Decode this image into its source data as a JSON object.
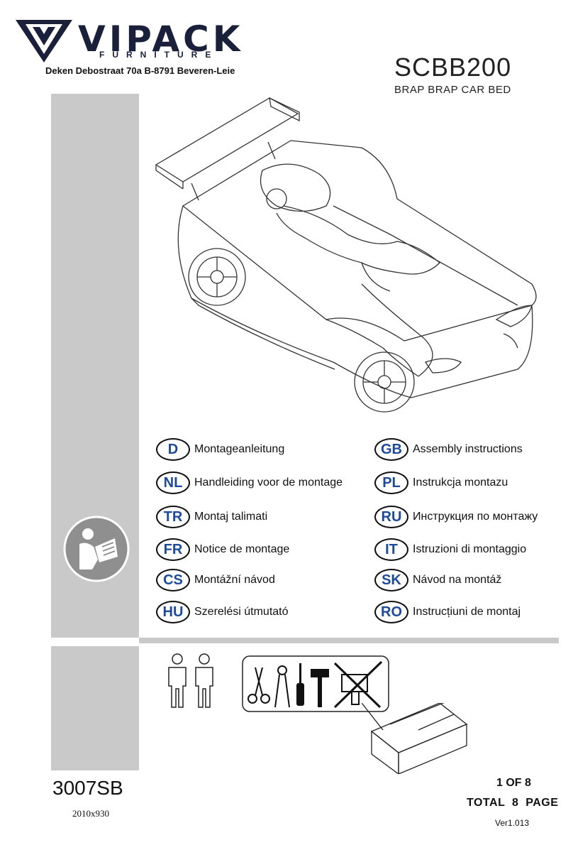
{
  "brand": {
    "name": "VIPACK",
    "tagline": "FURNITURE",
    "address": "Deken Debostraat 70a B-8791 Beveren-Leie"
  },
  "product": {
    "model": "SCBB200",
    "name": "BRAP BRAP CAR BED"
  },
  "languages": [
    {
      "code": "D",
      "text": "Montageanleitung"
    },
    {
      "code": "GB",
      "text": "Assembly instructions"
    },
    {
      "code": "NL",
      "text": "Handleiding voor de montage"
    },
    {
      "code": "PL",
      "text": "Instrukcja montazu"
    },
    {
      "code": "TR",
      "text": "Montaj talimati"
    },
    {
      "code": "RU",
      "text": "Инструкция по монтажу"
    },
    {
      "code": "FR",
      "text": "Notice de montage"
    },
    {
      "code": "IT",
      "text": "Istruzioni di montaggio"
    },
    {
      "code": "CS",
      "text": "Montážní návod"
    },
    {
      "code": "SK",
      "text": "Návod na montáž"
    },
    {
      "code": "HU",
      "text": "Szerelési útmutató"
    },
    {
      "code": "RO",
      "text": "Instrucțiuni de montaj"
    }
  ],
  "footer": {
    "code": "3007SB",
    "dimensions": "2010x930",
    "page": "1 OF 8",
    "total": "TOTAL  8  PAGE",
    "version": "Ver1.013"
  },
  "colors": {
    "sidebar": "#c9c9c9",
    "badge_text": "#1d4a9b",
    "brand": "#1a1f3a"
  },
  "icons": [
    "vipack-logo",
    "car-bed-illustration",
    "read-manual-icon",
    "two-persons-icon",
    "scissors-icon",
    "pliers-icon",
    "screwdriver-icon",
    "hammer-icon",
    "no-power-drill-icon",
    "toolbox-icon"
  ]
}
